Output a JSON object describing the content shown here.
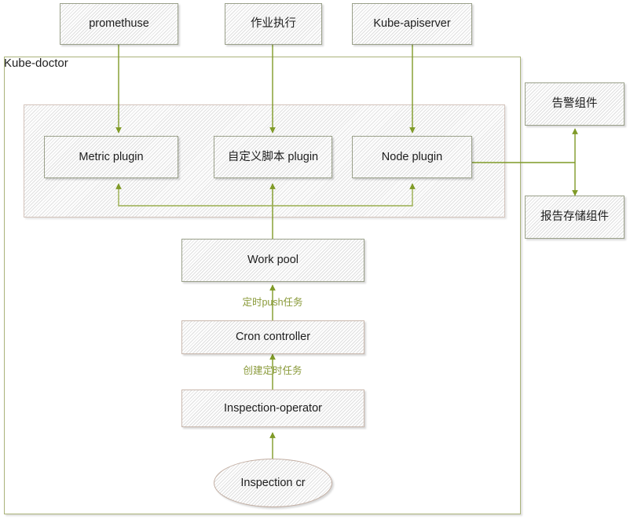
{
  "diagram": {
    "title_label": "Kube-doctor",
    "accent_line_color": "#7f9a27",
    "container_border_color": "#aab37a",
    "plugin_group_border_color": "#d3c3bb",
    "node_fill_color": "#f2f2f2",
    "edge_label_color": "#8a9a3a"
  },
  "external_sources": [
    {
      "id": "promethuse",
      "label": "promethuse"
    },
    {
      "id": "job-exec",
      "label": "作业执行"
    },
    {
      "id": "kube-apiserver",
      "label": "Kube-apiserver"
    }
  ],
  "plugins": [
    {
      "id": "metric-plugin",
      "label": "Metric plugin"
    },
    {
      "id": "script-plugin",
      "label": "自定义脚本 plugin"
    },
    {
      "id": "node-plugin",
      "label": "Node plugin"
    }
  ],
  "pipeline": [
    {
      "id": "work-pool",
      "label": "Work pool"
    },
    {
      "id": "cron-controller",
      "label": "Cron controller"
    },
    {
      "id": "inspection-operator",
      "label": "Inspection-operator"
    },
    {
      "id": "inspection-cr",
      "label": "Inspection cr"
    }
  ],
  "sinks": [
    {
      "id": "alert-component",
      "label": "告警组件"
    },
    {
      "id": "report-storage",
      "label": "报告存储组件"
    }
  ],
  "edge_labels": {
    "push_task": "定时push任务",
    "create_task": "创建定时任务"
  }
}
